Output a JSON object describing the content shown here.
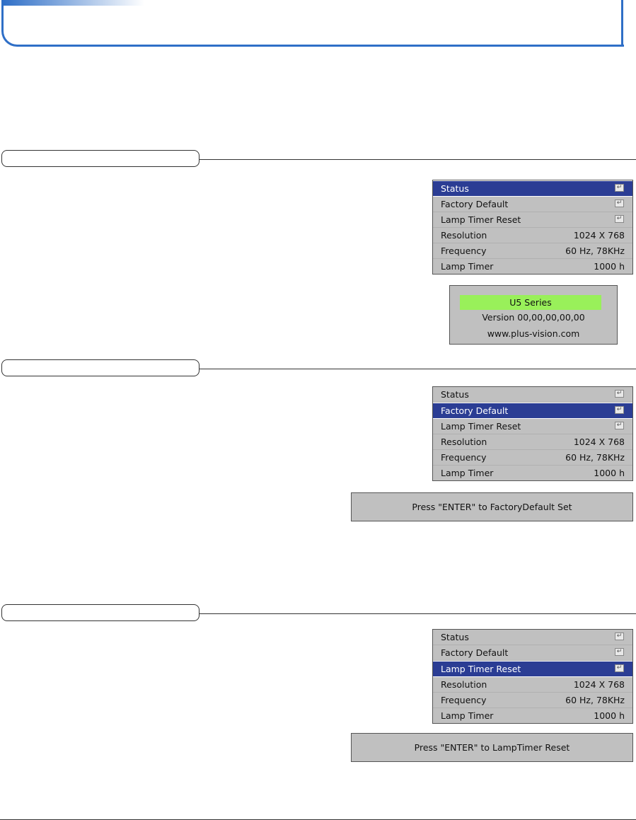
{
  "sections": [
    {
      "menu": {
        "items": [
          {
            "label": "Status",
            "value": "",
            "enter_icon": "enter-icon",
            "selected": true
          },
          {
            "label": "Factory Default",
            "value": "",
            "enter_icon": "enter-icon",
            "selected": false
          },
          {
            "label": "Lamp Timer Reset",
            "value": "",
            "enter_icon": "enter-icon",
            "selected": false
          },
          {
            "label": "Resolution",
            "value": "1024 X 768",
            "selected": false
          },
          {
            "label": "Frequency",
            "value": "60 Hz, 78KHz",
            "selected": false
          },
          {
            "label": "Lamp Timer",
            "value": "1000 h",
            "selected": false
          }
        ]
      },
      "version_box": {
        "series": "U5 Series",
        "version": "Version 00,00,00,00,00",
        "website": "www.plus-vision.com"
      }
    },
    {
      "menu": {
        "items": [
          {
            "label": "Status",
            "value": "",
            "enter_icon": "enter-icon",
            "selected": false
          },
          {
            "label": "Factory Default",
            "value": "",
            "enter_icon": "enter-icon",
            "selected": true
          },
          {
            "label": "Lamp Timer Reset",
            "value": "",
            "enter_icon": "enter-icon",
            "selected": false
          },
          {
            "label": "Resolution",
            "value": "1024 X 768",
            "selected": false
          },
          {
            "label": "Frequency",
            "value": "60 Hz, 78KHz",
            "selected": false
          },
          {
            "label": "Lamp Timer",
            "value": "1000 h",
            "selected": false
          }
        ]
      },
      "message": "Press \"ENTER\" to FactoryDefault Set"
    },
    {
      "menu": {
        "items": [
          {
            "label": "Status",
            "value": "",
            "enter_icon": "enter-icon",
            "selected": false
          },
          {
            "label": "Factory Default",
            "value": "",
            "enter_icon": "enter-icon",
            "selected": false
          },
          {
            "label": "Lamp Timer Reset",
            "value": "",
            "enter_icon": "enter-icon",
            "selected": true
          },
          {
            "label": "Resolution",
            "value": "1024 X 768",
            "selected": false
          },
          {
            "label": "Frequency",
            "value": "60 Hz, 78KHz",
            "selected": false
          },
          {
            "label": "Lamp Timer",
            "value": "1000 h",
            "selected": false
          }
        ]
      },
      "message": "Press \"ENTER\" to LampTimer Reset"
    }
  ],
  "colors": {
    "header_accent": "#2f6fc7",
    "osd_background": "#c0c0c0",
    "osd_selected": "#2b3d94",
    "series_highlight": "#99f05a"
  }
}
